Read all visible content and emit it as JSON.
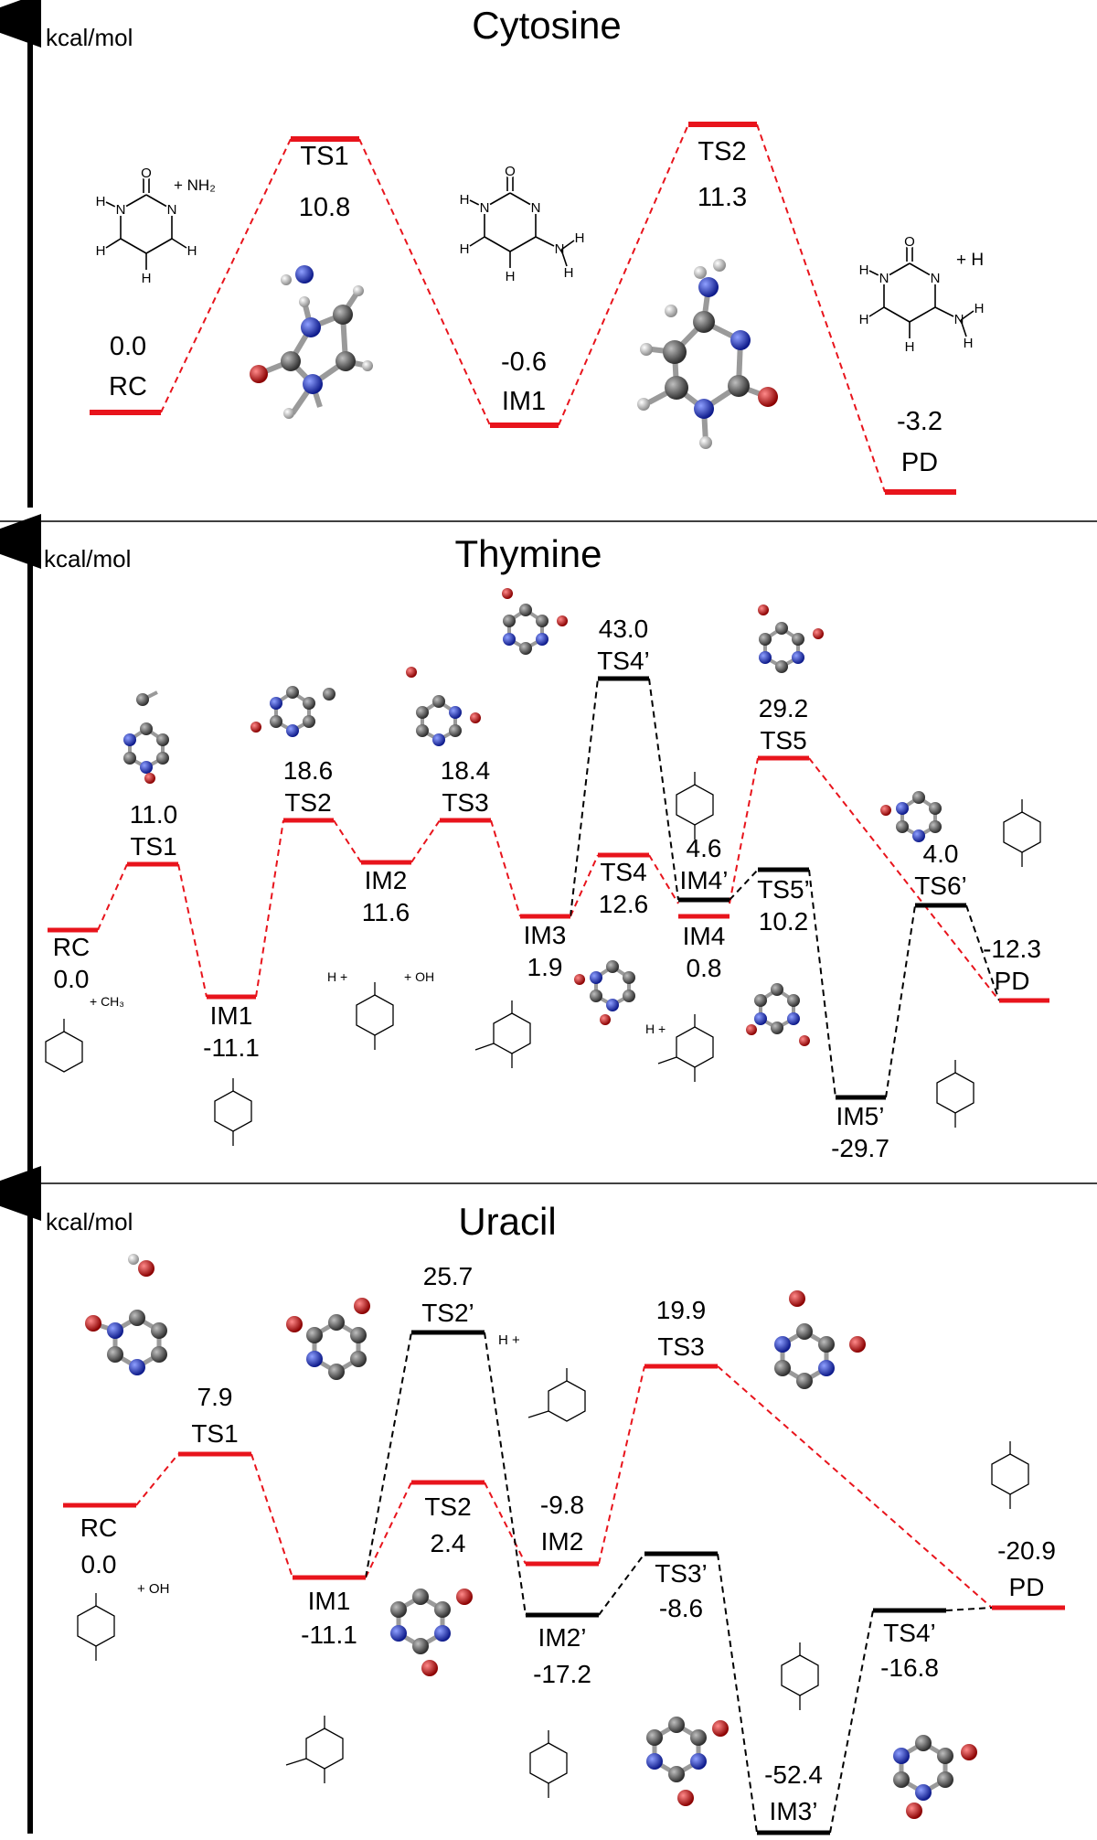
{
  "unit_label": "kcal/mol",
  "colors": {
    "main_path": "#e8141c",
    "alt_path": "#000000",
    "carbon": "#4a4a4a",
    "nitrogen": "#1f2fc0",
    "oxygen": "#d10f0f",
    "hydrogen": "#d8d8d8"
  },
  "panels": [
    {
      "id": "cytosine",
      "title": "Cytosine",
      "levels": [
        {
          "id": "rc",
          "name": "RC",
          "value": "0.0",
          "path": "main"
        },
        {
          "id": "ts1",
          "name": "TS1",
          "value": "10.8",
          "path": "main"
        },
        {
          "id": "im1",
          "name": "IM1",
          "value": "-0.6",
          "path": "main"
        },
        {
          "id": "ts2",
          "name": "TS2",
          "value": "11.3",
          "path": "main"
        },
        {
          "id": "pd",
          "name": "PD",
          "value": "-3.2",
          "path": "main"
        }
      ],
      "species_text": [
        {
          "id": "c-rc-plus",
          "text": "+ NH₂"
        },
        {
          "id": "c-pd-plus",
          "text": "+ H"
        }
      ]
    },
    {
      "id": "thymine",
      "title": "Thymine",
      "levels": [
        {
          "id": "rc",
          "name": "RC",
          "value": "0.0",
          "path": "main"
        },
        {
          "id": "ts1",
          "name": "TS1",
          "value": "11.0",
          "path": "main"
        },
        {
          "id": "im1",
          "name": "IM1",
          "value": "-11.1",
          "path": "main"
        },
        {
          "id": "ts2",
          "name": "TS2",
          "value": "18.6",
          "path": "main"
        },
        {
          "id": "im2",
          "name": "IM2",
          "value": "11.6",
          "path": "main"
        },
        {
          "id": "ts3",
          "name": "TS3",
          "value": "18.4",
          "path": "main"
        },
        {
          "id": "im3",
          "name": "IM3",
          "value": "1.9",
          "path": "main"
        },
        {
          "id": "ts4p",
          "name": "TS4’",
          "value": "43.0",
          "path": "alt"
        },
        {
          "id": "ts4",
          "name": "TS4",
          "value": "12.6",
          "path": "main"
        },
        {
          "id": "im4p",
          "name": "IM4’",
          "value": "4.6",
          "path": "alt"
        },
        {
          "id": "im4",
          "name": "IM4",
          "value": "0.8",
          "path": "main"
        },
        {
          "id": "ts5",
          "name": "TS5",
          "value": "29.2",
          "path": "main"
        },
        {
          "id": "ts5p",
          "name": "TS5’",
          "value": "10.2",
          "path": "alt"
        },
        {
          "id": "im5p",
          "name": "IM5’",
          "value": "-29.7",
          "path": "alt"
        },
        {
          "id": "ts6p",
          "name": "TS6’",
          "value": "4.0",
          "path": "alt"
        },
        {
          "id": "pd",
          "name": "PD",
          "value": "-12.3",
          "path": "main"
        }
      ],
      "species_text": [
        {
          "id": "t-rc-plus",
          "text": "+ CH₃"
        },
        {
          "id": "t-im2-h",
          "text": "H +"
        },
        {
          "id": "t-im2-oh",
          "text": "+ OH"
        },
        {
          "id": "t-im4-h",
          "text": "H +"
        }
      ]
    },
    {
      "id": "uracil",
      "title": "Uracil",
      "levels": [
        {
          "id": "rc",
          "name": "RC",
          "value": "0.0",
          "path": "main"
        },
        {
          "id": "ts1",
          "name": "TS1",
          "value": "7.9",
          "path": "main"
        },
        {
          "id": "im1",
          "name": "IM1",
          "value": "-11.1",
          "path": "main"
        },
        {
          "id": "ts2p",
          "name": "TS2’",
          "value": "25.7",
          "path": "alt"
        },
        {
          "id": "ts2",
          "name": "TS2",
          "value": "2.4",
          "path": "main"
        },
        {
          "id": "im2",
          "name": "IM2",
          "value": "-9.8",
          "path": "main"
        },
        {
          "id": "im2p",
          "name": "IM2’",
          "value": "-17.2",
          "path": "alt"
        },
        {
          "id": "ts3",
          "name": "TS3",
          "value": "19.9",
          "path": "main"
        },
        {
          "id": "ts3p",
          "name": "TS3’",
          "value": "-8.6",
          "path": "alt"
        },
        {
          "id": "im3p",
          "name": "IM3’",
          "value": "-52.4",
          "path": "alt"
        },
        {
          "id": "ts4p",
          "name": "TS4’",
          "value": "-16.8",
          "path": "alt"
        },
        {
          "id": "pd",
          "name": "PD",
          "value": "-20.9",
          "path": "main"
        }
      ],
      "species_text": [
        {
          "id": "u-rc-plus",
          "text": "+ OH"
        },
        {
          "id": "u-h-plus",
          "text": "H +"
        }
      ]
    }
  ]
}
